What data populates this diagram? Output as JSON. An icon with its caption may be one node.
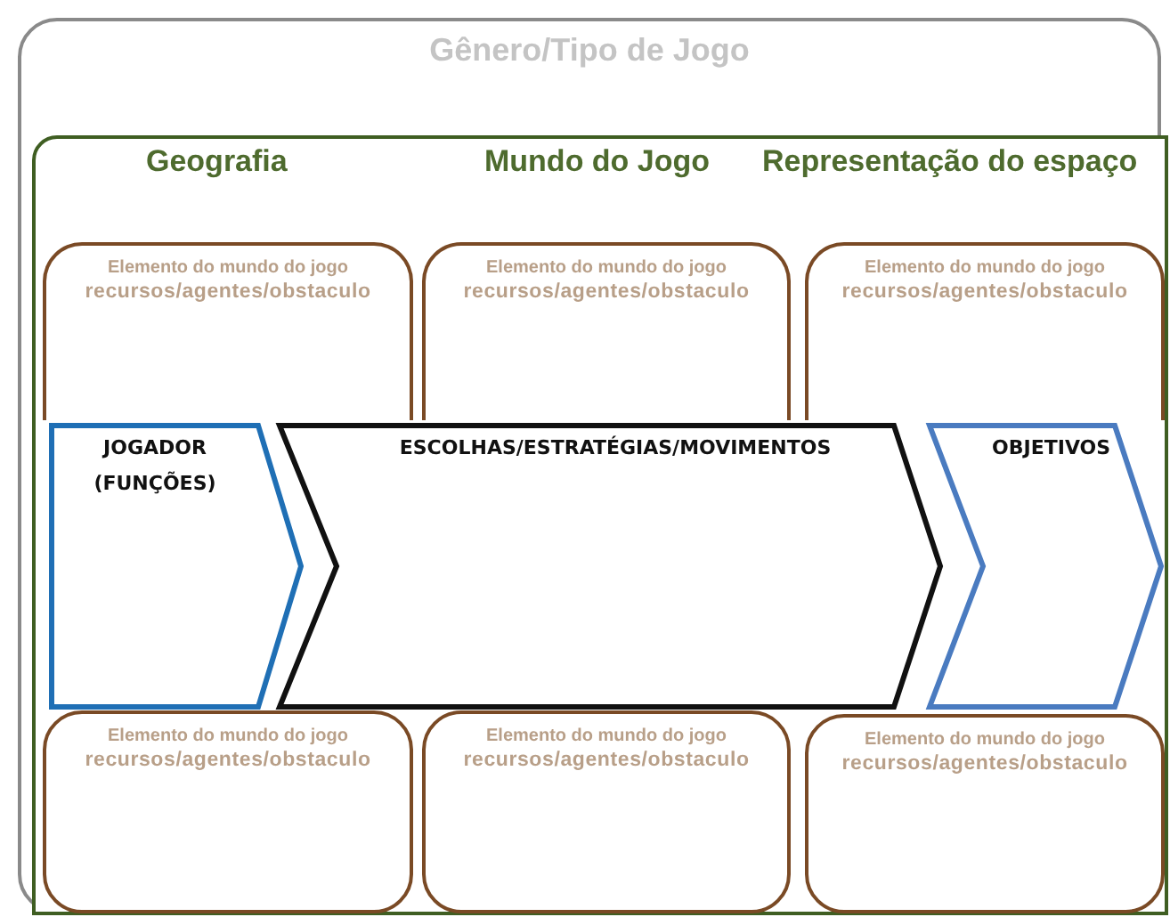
{
  "diagram": {
    "nodes": [
      {
        "text": [
          "Gênero/Tipo de Jogo"
        ]
      },
      {
        "text": [
          "Geografia",
          "Mundo do Jogo",
          "Representação do espaço"
        ],
        "in": 0
      },
      {
        "text": [
          "Elemento do mundo do jogo",
          "recursos/agentes/obstaculo"
        ],
        "in": 1
      },
      {
        "text": [
          "Elemento do mundo do jogo",
          "recursos/agentes/obstaculo"
        ],
        "in": 1
      },
      {
        "text": [
          "Elemento do mundo do jogo",
          "recursos/agentes/obstaculo"
        ],
        "in": 1
      },
      {
        "text": [
          "JOGADOR (FUNÇÕES)"
        ],
        "in": 1
      },
      {
        "text": [
          "ESCOLHAS/ESTRATÉGIAS/MOVIMENTOS"
        ],
        "in": 1
      },
      {
        "text": [
          "OBJETIVOS"
        ],
        "in": 1
      },
      {
        "text": [
          "Elemento do mundo do jogo",
          "recursos/agentes/obstaculo"
        ],
        "in": 1
      },
      {
        "text": [
          "Elemento do mundo do jogo",
          "recursos/agentes/obstaculo"
        ],
        "in": 1
      },
      {
        "text": [
          "Elemento do mundo do jogo",
          "recursos/agentes/obstaculo"
        ],
        "in": 1
      }
    ]
  }
}
